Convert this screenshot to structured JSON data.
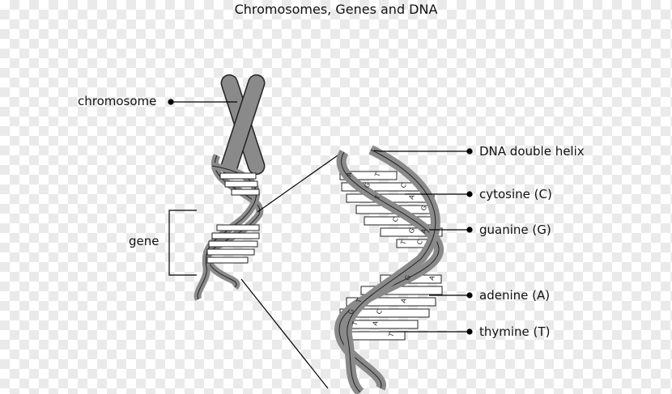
{
  "title": "Chromosomes, Genes and DNA",
  "labels": {
    "chromosome": "chromosome",
    "gene": "gene",
    "dna_helix": "DNA double helix",
    "cytosine": "cytosine (C)",
    "guanine": "guanine (G)",
    "adenine": "adenine (A)",
    "thymine": "thymine (T)"
  },
  "base_letters": [
    "A",
    "T",
    "G",
    "C",
    "T",
    "A",
    "G",
    "C",
    "G",
    "A",
    "T",
    "C",
    "A",
    "G",
    "T",
    "A",
    "G",
    "C",
    "T",
    "A",
    "T"
  ],
  "colors": {
    "strand": "#8a8a8a",
    "line": "#000000",
    "base_fill": "#ffffff"
  }
}
